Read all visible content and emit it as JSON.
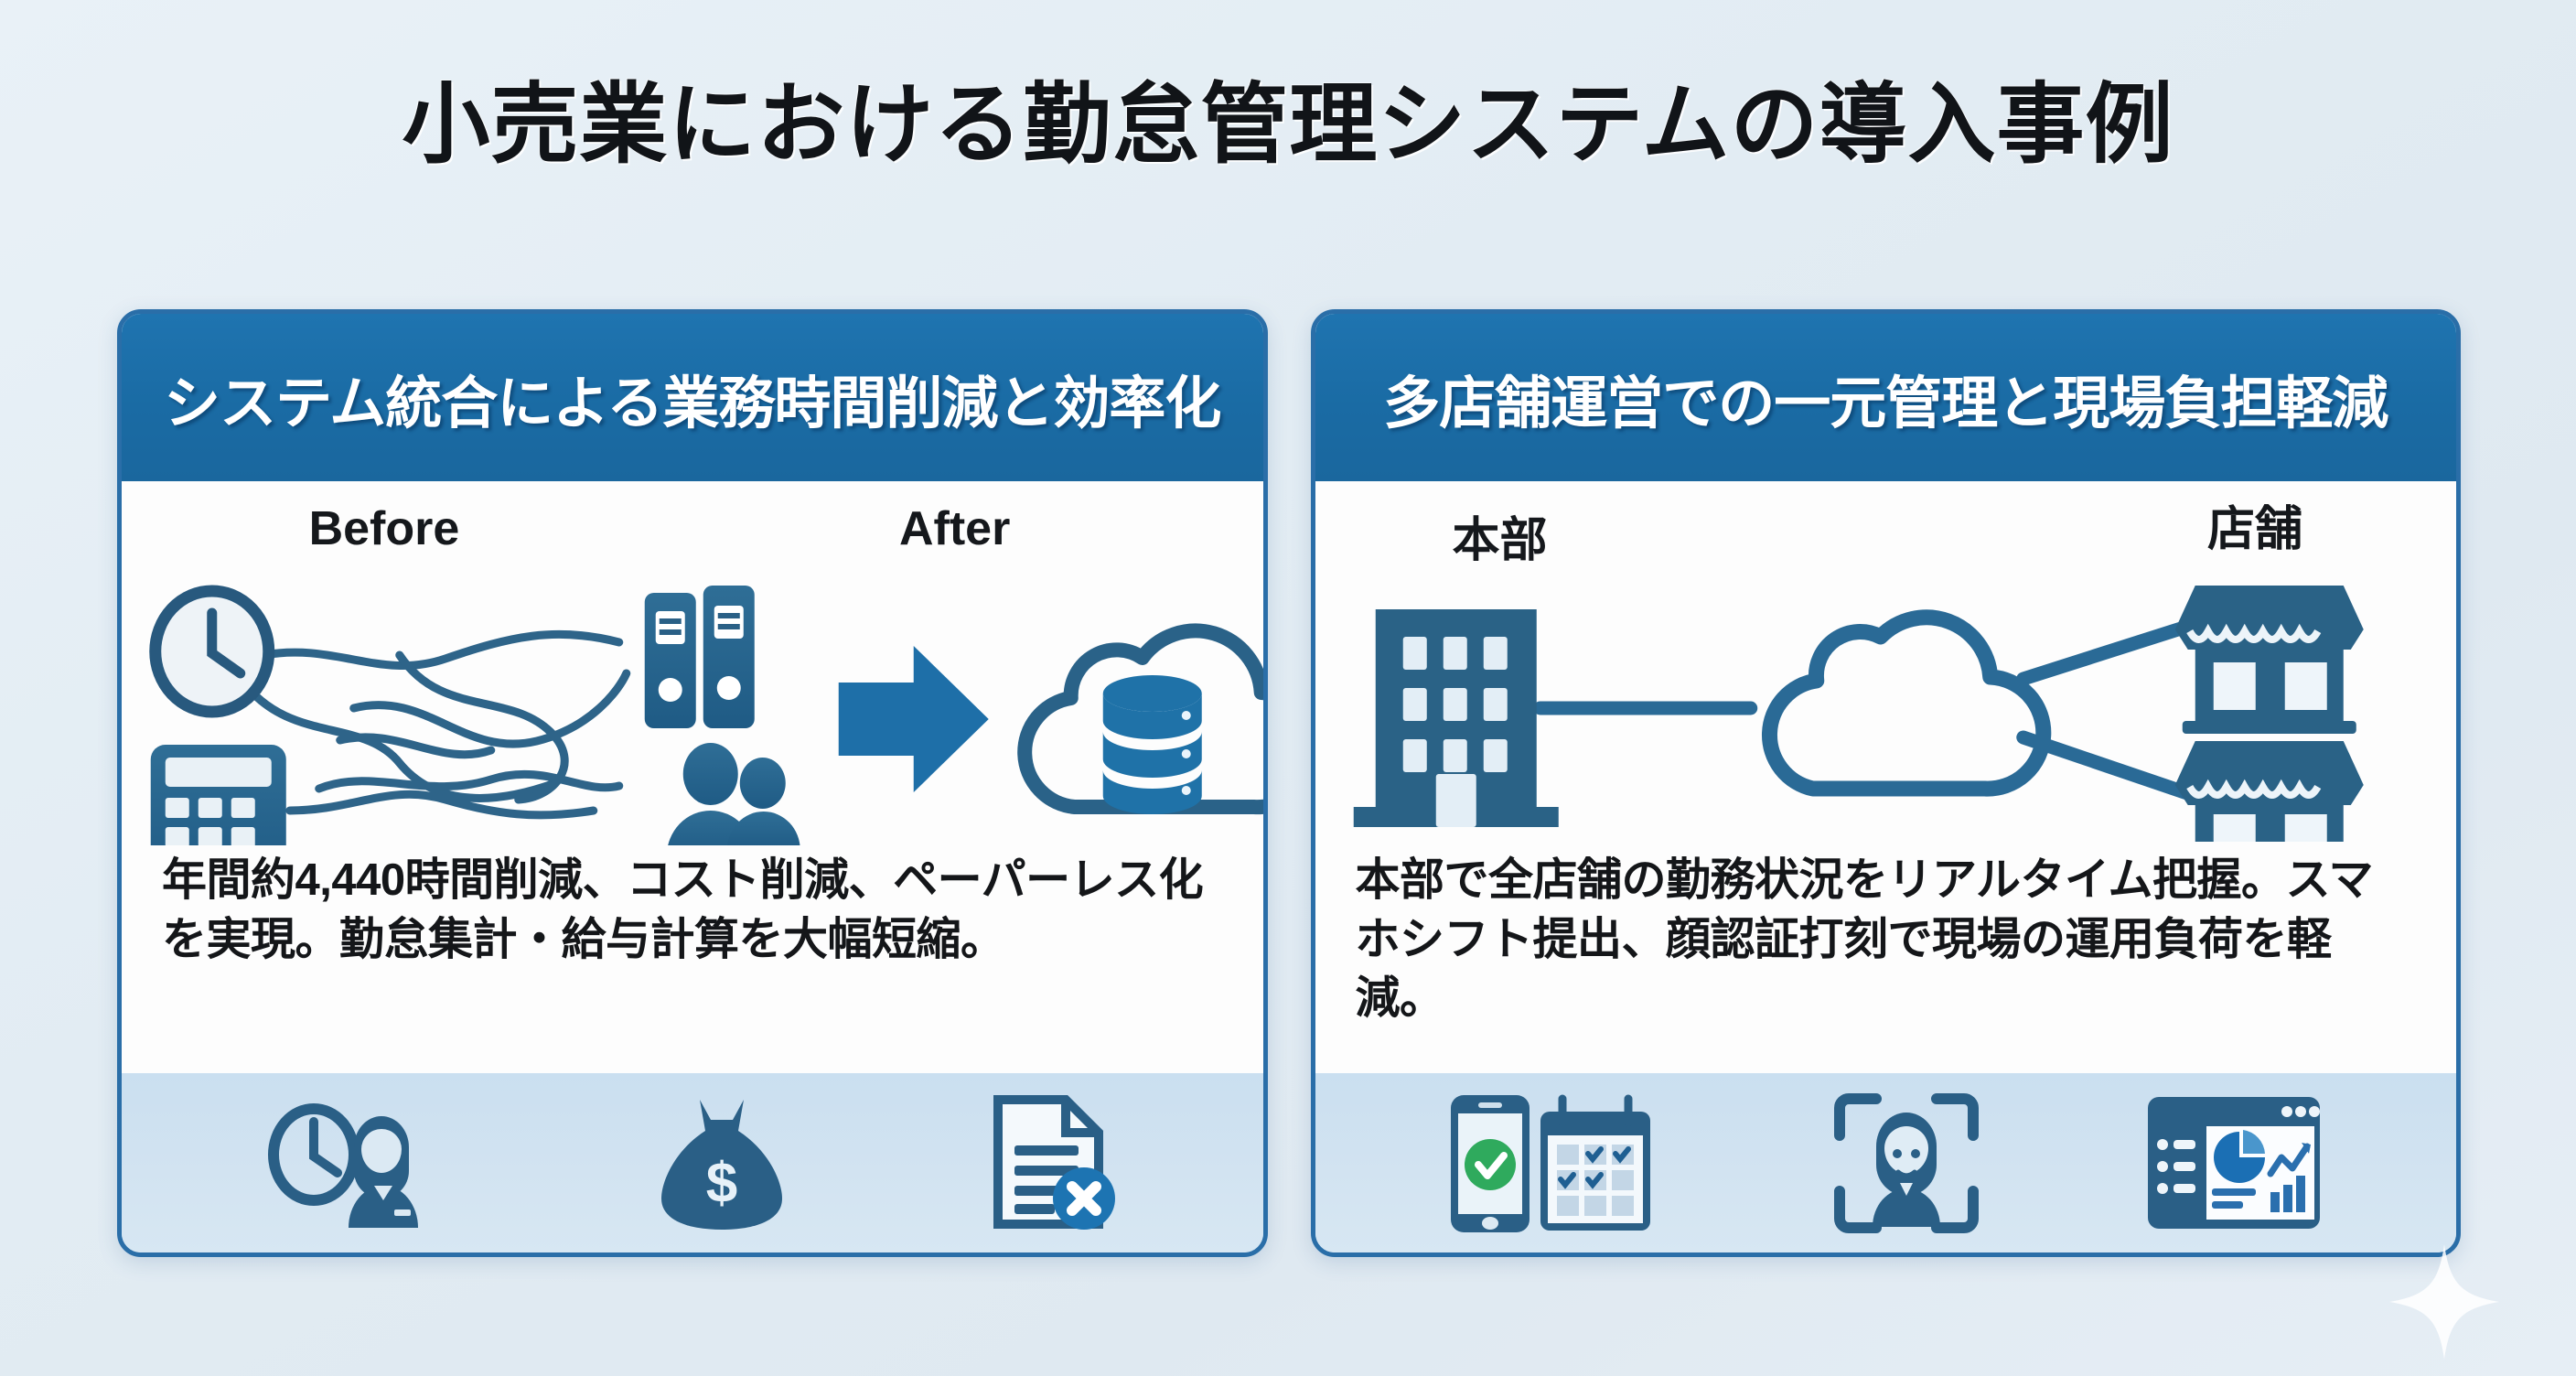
{
  "page": {
    "title": "小売業における勤怠管理システムの導入事例",
    "background_color": "#e3edf4",
    "accent_color": "#1a6ca8",
    "border_color": "#2a6ea8",
    "footer_band_color": "#cfe0ee"
  },
  "cards": [
    {
      "id": "left",
      "header": "システム統合による業務時間削減と効率化",
      "diagram": {
        "type": "before-after",
        "before_label": "Before",
        "after_label": "After",
        "before_icons": [
          "clock-icon",
          "binders-icon",
          "calculator-icon",
          "people-icon"
        ],
        "connector": "tangled-lines",
        "arrow": "right-arrow-icon",
        "after_icons": [
          "cloud-icon",
          "database-icon"
        ]
      },
      "body_text": "年間約4,440時間削減、コスト削減、ペーパーレス化を実現。勤怠集計・給与計算を大幅短縮。",
      "footer_icons": [
        {
          "name": "clock-person-icon",
          "meaning": "時間削減"
        },
        {
          "name": "money-bag-icon",
          "meaning": "コスト削減"
        },
        {
          "name": "document-x-icon",
          "meaning": "ペーパーレス"
        }
      ]
    },
    {
      "id": "right",
      "header": "多店舗運営での一元管理と現場負担軽減",
      "diagram": {
        "type": "network",
        "hq_label": "本部",
        "store_label": "店舗",
        "nodes": [
          "office-building-icon",
          "cloud-icon",
          "store-icon",
          "store-icon"
        ],
        "links": 3
      },
      "body_text": "本部で全店舗の勤務状況をリアルタイム把握。スマホシフト提出、顔認証打刻で現場の運用負荷を軽減。",
      "footer_icons": [
        {
          "name": "smartphone-calendar-icon",
          "meaning": "スマホシフト提出"
        },
        {
          "name": "face-recognition-icon",
          "meaning": "顔認証打刻"
        },
        {
          "name": "dashboard-chart-icon",
          "meaning": "リアルタイム把握"
        }
      ]
    }
  ],
  "decoration": {
    "sparkle": "sparkle-icon"
  }
}
